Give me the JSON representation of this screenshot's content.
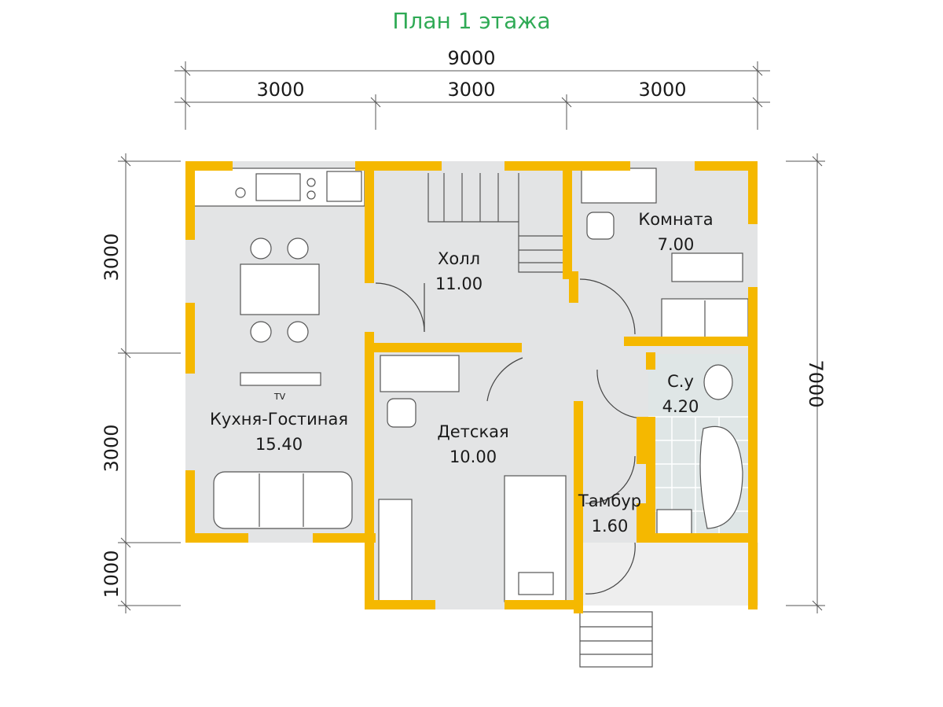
{
  "title": "План 1 этажа",
  "dimensions": {
    "total_width": "9000",
    "segment_1": "3000",
    "segment_2": "3000",
    "segment_3": "3000",
    "left_1": "3000",
    "left_2": "3000",
    "left_3": "1000",
    "total_height": "7000"
  },
  "rooms": {
    "kitchen": {
      "name": "Кухня-Гостиная",
      "area": "15.40",
      "tv_label": "TV"
    },
    "hall": {
      "name": "Холл",
      "area": "11.00"
    },
    "room": {
      "name": "Комната",
      "area": "7.00"
    },
    "kids": {
      "name": "Детская",
      "area": "10.00"
    },
    "bath": {
      "name": "С.у",
      "area": "4.20"
    },
    "tambur": {
      "name": "Тамбур",
      "area": "1.60"
    }
  },
  "colors": {
    "wall": "#f5b800",
    "floor": "#e3e4e5",
    "title": "#2faa55"
  }
}
